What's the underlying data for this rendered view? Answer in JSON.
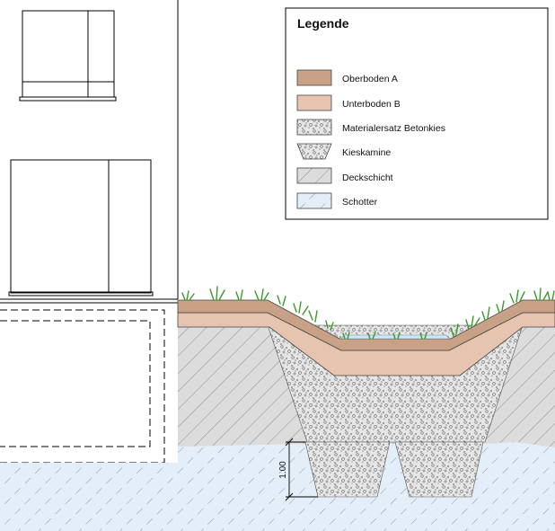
{
  "legend": {
    "title": "Legende",
    "items": [
      {
        "label": "Oberboden A",
        "pattern": "topsoil"
      },
      {
        "label": "Unterboden B",
        "pattern": "subsoil"
      },
      {
        "label": "Materialersatz Betonkies",
        "pattern": "gravel"
      },
      {
        "label": "Kieskamine",
        "pattern": "chimney"
      },
      {
        "label": "Deckschicht",
        "pattern": "cover"
      },
      {
        "label": "Schotter",
        "pattern": "ballast"
      }
    ]
  },
  "dimension": {
    "value": "1.00"
  },
  "colors": {
    "topsoil": "#c9a187",
    "subsoil": "#e6c4b0",
    "gravel_bg": "#e4e4e4",
    "cover_bg": "#dcdcdc",
    "ballast_bg": "#e3eef8",
    "grass": "#3a9a2c",
    "water": "#cfe6f4"
  }
}
